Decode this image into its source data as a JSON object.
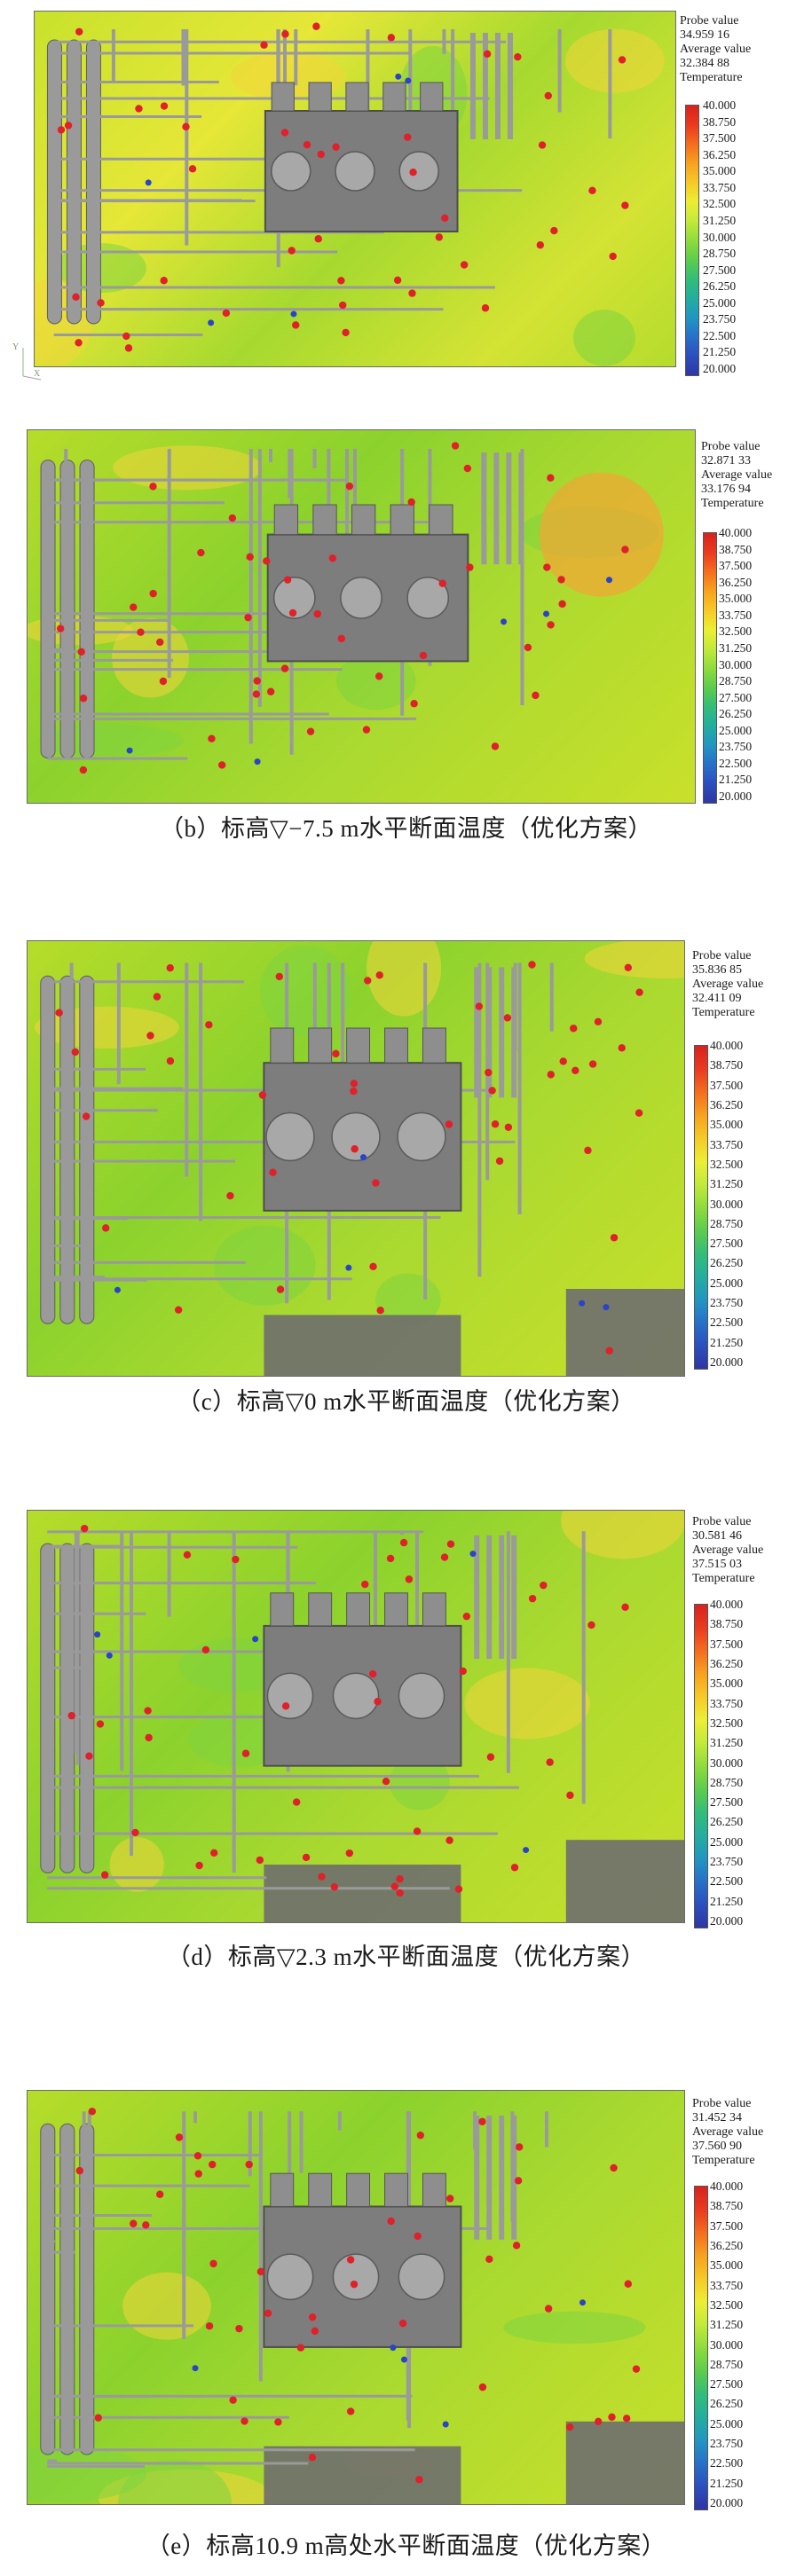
{
  "colorbar": {
    "stops": [
      "#d8221f",
      "#ea3a1f",
      "#f46d1e",
      "#f7a21f",
      "#f6c928",
      "#ecee33",
      "#c2ea3a",
      "#8fdc3c",
      "#5ccd4c",
      "#33bd7a",
      "#23ae9e",
      "#2296c2",
      "#2771c9",
      "#2c4fbf",
      "#2e36a4"
    ],
    "tick_labels": [
      "40.000",
      "38.750",
      "37.500",
      "36.250",
      "35.000",
      "33.750",
      "32.500",
      "31.250",
      "30.000",
      "28.750",
      "27.500",
      "26.250",
      "25.000",
      "23.750",
      "22.500",
      "21.250",
      "20.000"
    ]
  },
  "colors": {
    "probe_point": "#e0202a",
    "pipe": "#9a9a9a",
    "equipment": "#7d7d7d",
    "wall": "#4e4e4e",
    "hot_zone": "#f3a534"
  },
  "axis_glyph": {
    "y": "Y",
    "x": "X"
  },
  "panels": [
    {
      "id": "a",
      "probe_label": "Probe value",
      "probe_value": "34.959 16",
      "average_label": "Average value",
      "average_value": "32.384 88",
      "quantity_label": "Temperature",
      "caption": ""
    },
    {
      "id": "b",
      "probe_label": "Probe value",
      "probe_value": "32.871 33",
      "average_label": "Average value",
      "average_value": "33.176 94",
      "quantity_label": "Temperature",
      "caption": "（b）标高▽−7.5 m水平断面温度（优化方案）"
    },
    {
      "id": "c",
      "probe_label": "Probe value",
      "probe_value": "35.836 85",
      "average_label": "Average value",
      "average_value": "32.411 09",
      "quantity_label": "Temperature",
      "caption": "（c）标高▽0 m水平断面温度（优化方案）"
    },
    {
      "id": "d",
      "probe_label": "Probe value",
      "probe_value": "30.581 46",
      "average_label": "Average value",
      "average_value": "37.515 03",
      "quantity_label": "Temperature",
      "caption": "（d）标高▽2.3 m水平断面温度（优化方案）"
    },
    {
      "id": "e",
      "probe_label": "Probe value",
      "probe_value": "31.452 34",
      "average_label": "Average value",
      "average_value": "37.560 90",
      "quantity_label": "Temperature",
      "caption": "（e）标高10.9 m高处水平断面温度（优化方案）"
    }
  ]
}
